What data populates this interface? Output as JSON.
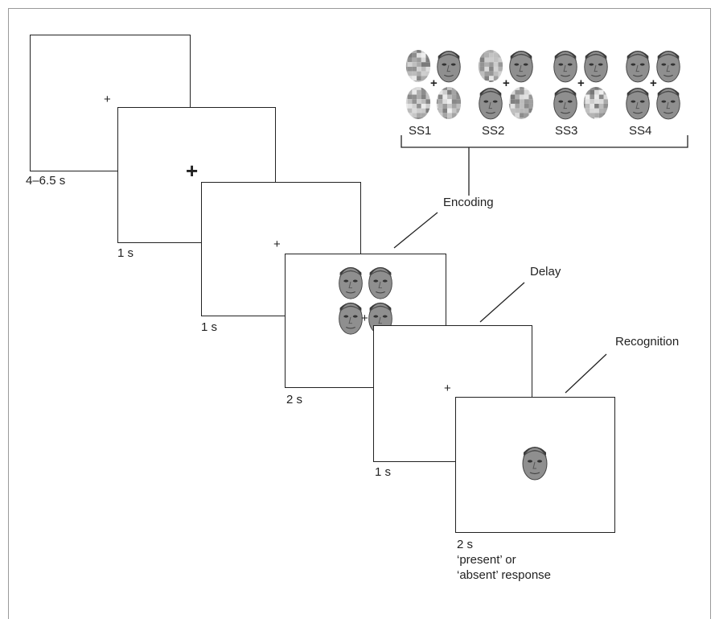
{
  "screens": [
    {
      "duration": "4–6.5 s"
    },
    {
      "duration": "1 s"
    },
    {
      "duration": "1 s"
    },
    {
      "duration": "2 s"
    },
    {
      "duration": "1 s"
    },
    {
      "duration": "2 s"
    }
  ],
  "fixation_symbol": "+",
  "response_lines": [
    "‘present’ or",
    "‘absent’ response"
  ],
  "phases": {
    "encoding": "Encoding",
    "delay": "Delay",
    "recognition": "Recognition"
  },
  "set_sizes": [
    "SS1",
    "SS2",
    "SS3",
    "SS4"
  ],
  "colors": {
    "line": "#222222",
    "face_shade": "#8f8f8f",
    "scramble_light": "#d6d6d6"
  }
}
